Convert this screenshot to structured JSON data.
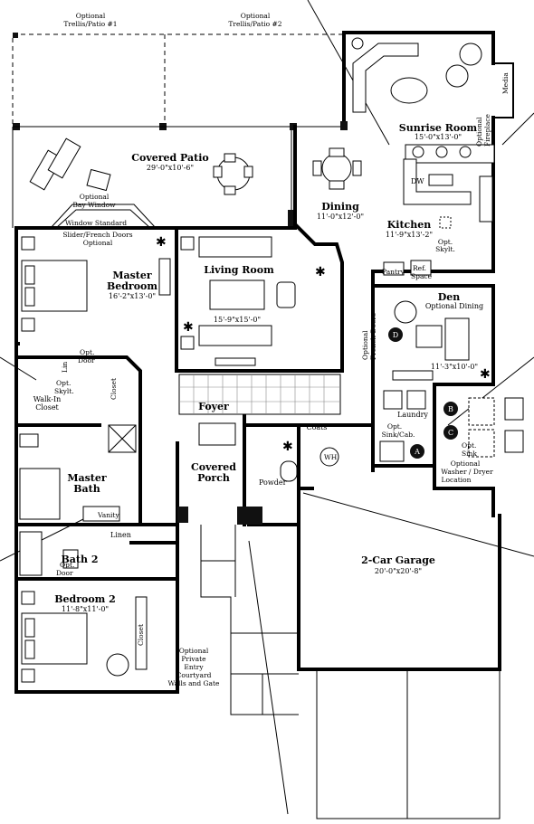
{
  "rooms": {
    "trellis1": {
      "line1": "Optional",
      "line2": "Trellis/Patio #1"
    },
    "trellis2": {
      "line1": "Optional",
      "line2": "Trellis/Patio #2"
    },
    "covered_patio": {
      "name": "Covered Patio",
      "dim": "29'-0\"x10'-6\""
    },
    "bay_window": {
      "line1": "Optional",
      "line2": "Bay Window",
      "line3": "Window Standard"
    },
    "sunrise_room": {
      "name": "Sunrise Room",
      "dim": "15'-0\"x13'-0\""
    },
    "fireplace": {
      "line1": "Optional",
      "line2": "Fireplace"
    },
    "media": "Media",
    "dining": {
      "name": "Dining",
      "dim": "11'-0\"x12'-0\""
    },
    "kitchen": {
      "name": "Kitchen",
      "dim": "11'-9\"x13'-2\"",
      "skylight1": "Opt.",
      "skylight2": "Skylt."
    },
    "dw": "DW",
    "pantry": "Pantry",
    "refspace": {
      "line1": "Ref.",
      "line2": "Space"
    },
    "slider": {
      "line1": "Slider/French Doors",
      "line2": "Optional"
    },
    "master_bedroom": {
      "name1": "Master",
      "name2": "Bedroom",
      "dim": "16'-2\"x13'-0\""
    },
    "living_room": {
      "name": "Living Room",
      "dim": "15'-9\"x15'-0\""
    },
    "den": {
      "name": "Den",
      "sub": "Optional Dining",
      "dim": "11'-3\"x10'-0\""
    },
    "french_doors": {
      "line1": "Optional",
      "line2": "French Doors"
    },
    "opt_door_master": {
      "line1": "Opt.",
      "line2": "Door"
    },
    "opt_skylt_master": {
      "line1": "Opt.",
      "line2": "Skylt."
    },
    "lin": "Lin",
    "walkin": {
      "line1": "Walk-In",
      "line2": "Closet"
    },
    "closet_a": "Closet",
    "foyer": "Foyer",
    "coats": "Coats",
    "laundry": "Laundry",
    "opt_sink_cab": {
      "line1": "Opt.",
      "line2": "Sink/Cab."
    },
    "wh": "WH",
    "opt_sink": {
      "line1": "Opt.",
      "line2": "Sink"
    },
    "washer": {
      "line1": "Optional",
      "line2": "Washer / Dryer",
      "line3": "Location"
    },
    "master_bath": {
      "name1": "Master",
      "name2": "Bath"
    },
    "vanity": "Vanity",
    "covered_porch": {
      "name1": "Covered",
      "name2": "Porch"
    },
    "powder": "Powder",
    "linen": "Linen",
    "bath2": "Bath 2",
    "opt_door_bath": {
      "line1": "Opt.",
      "line2": "Door"
    },
    "garage": {
      "name": "2-Car Garage",
      "dim": "20'-0\"x20'-8\""
    },
    "bedroom2": {
      "name": "Bedroom 2",
      "dim": "11'-8\"x11'-0\""
    },
    "closet_b": "Closet",
    "courtyard": {
      "line1": "Optional",
      "line2": "Private",
      "line3": "Entry",
      "line4": "Courtyard",
      "line5": "Walls and Gate"
    }
  },
  "markers": {
    "a": "A",
    "b": "B",
    "c": "C",
    "d": "D"
  }
}
